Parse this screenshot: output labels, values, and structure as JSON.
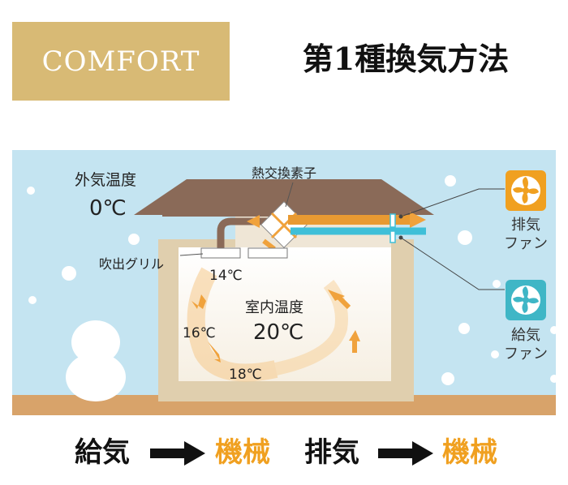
{
  "header": {
    "badge_label": "COMFORT",
    "title": "第1種換気方法"
  },
  "diagram": {
    "outside_temp_label": "外気温度",
    "outside_temp_value": "0℃",
    "heat_exchanger_label": "熱交換素子",
    "outlet_grille_label": "吹出グリル",
    "indoor_temp_label": "室内温度",
    "indoor_temp_value": "20℃",
    "temp_near_grille": "14℃",
    "temp_mid": "16℃",
    "temp_low": "18℃",
    "exhaust_fan_label_1": "排気",
    "exhaust_fan_label_2": "ファン",
    "supply_fan_label_1": "給気",
    "supply_fan_label_2": "ファン"
  },
  "flow": {
    "supply_label": "給気",
    "supply_method": "機械",
    "exhaust_label": "排気",
    "exhaust_method": "機械"
  },
  "colors": {
    "badge": "#d8ba75",
    "sky": "#c4e4f1",
    "ground": "#d8a36a",
    "roof": "#8a6a58",
    "wall": "#e0cfae",
    "warm_arrow": "#f0a23c",
    "cool_arrow": "#3fbfd8",
    "exhaust_fan": "#f0a020",
    "supply_fan": "#3fb6c6",
    "method_text": "#f0a020"
  }
}
